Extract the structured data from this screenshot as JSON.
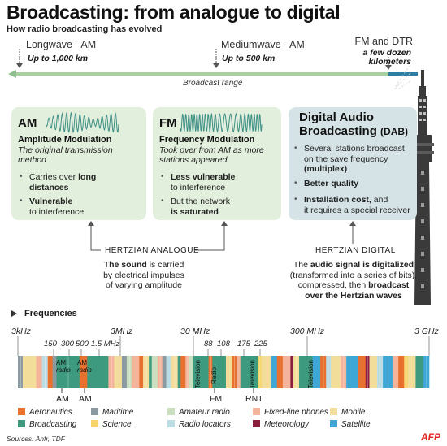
{
  "header": {
    "title": "Broadcasting: from analogue to digital",
    "subtitle": "How radio broadcasting has evolved"
  },
  "range": {
    "longwave": {
      "name": "Longwave - AM",
      "distance": "Up to 1,000 km"
    },
    "mediumwave": {
      "name": "Mediumwave - AM",
      "distance": "Up to  500 km"
    },
    "fm_dtr": {
      "name": "FM and DTR",
      "distance_lines": [
        "a few dozen",
        "kilometers"
      ]
    },
    "caption": "Broadcast range"
  },
  "cards": {
    "am": {
      "title": "AM",
      "subtitle": "Amplitude Modulation",
      "desc_lines": [
        "The original transmission",
        "method"
      ],
      "b1": {
        "t1": "Carries over ",
        "b1": "long",
        "t2": "",
        "b2": "distances"
      },
      "b2": {
        "b1": "Vulnerable",
        "t2": "to interference"
      }
    },
    "fm": {
      "title": "FM",
      "subtitle": "Frequency Modulation",
      "desc_lines": [
        "Took over from AM as more",
        "stations appeared"
      ],
      "b1": {
        "b1": "Less vulnerable",
        "t2": "to interference"
      },
      "b2": {
        "t1": "But the network",
        "b2": "is saturated"
      }
    },
    "dab": {
      "title_lines": [
        "Digital Audio",
        "Broadcasting "
      ],
      "title_suffix": "(DAB)",
      "b1": {
        "lines": [
          "Several stations broadcast",
          "on the save frequency"
        ],
        "b": "(multiplex)"
      },
      "b2": {
        "b": "Better quality"
      },
      "b3": {
        "b": "Installation cost,",
        "t1": " and",
        "t2": "it requires a special receiver"
      }
    }
  },
  "hertzian": {
    "analogue": {
      "label": "HERTZIAN ANALOGUE",
      "b": "The sound",
      "t1": " is carried",
      "l2": "by electrical impulses",
      "l3": "of varying amplitude"
    },
    "digital": {
      "label": "HERTZIAN  DIGITAL",
      "t0": "The ",
      "b": "audio signal is digitalized",
      "l2": "(transformed into a series of bits),",
      "l3a": "compressed, then ",
      "l3b": "broadcast",
      "l4": "over the Hertzian waves"
    }
  },
  "frequencies": {
    "title": "Frequencies",
    "ticks_top": [
      "3kHz",
      "3MHz",
      "30 MHz",
      "300 MHz",
      "3 GHz"
    ],
    "ticks_small": [
      "150",
      "300",
      "500",
      "1.5 MHz",
      "88",
      "108",
      "175",
      "225"
    ],
    "band_labels": {
      "am_radio_1": [
        "AM",
        "radio"
      ],
      "am_radio_2": [
        "AM",
        "radio"
      ],
      "television_1": "Television",
      "radio_fm": "Radio",
      "television_2": "Television",
      "television_3": "Television"
    },
    "bottom_labels": [
      "AM",
      "AM",
      "FM",
      "RNT"
    ]
  },
  "legend": [
    {
      "label": "Aeronautics",
      "color": "#e8712f"
    },
    {
      "label": "Maritime",
      "color": "#8a9aa0"
    },
    {
      "label": "Amateur radio",
      "color": "#c9dfc0"
    },
    {
      "label": "Fixed-line phones",
      "color": "#f3b49b"
    },
    {
      "label": "Mobile",
      "color": "#f3dd9a"
    },
    {
      "label": "Broadcasting",
      "color": "#3e9a7e"
    },
    {
      "label": "Science",
      "color": "#f5d46a"
    },
    {
      "label": "Radio locators",
      "color": "#bcdde4"
    },
    {
      "label": "Meteorology",
      "color": "#8b1e3f"
    },
    {
      "label": "Satellite",
      "color": "#3fa7d6"
    }
  ],
  "footer": {
    "sources": "Sources: Anfr, TDF",
    "logo": "AFP"
  }
}
